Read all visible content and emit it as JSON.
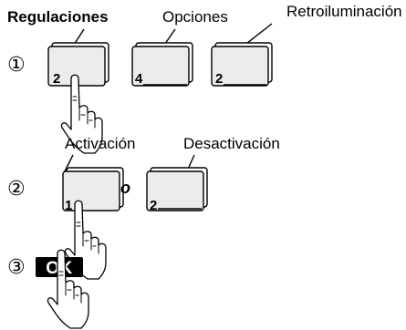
{
  "header_labels": {
    "regulaciones": "Regulaciones",
    "opciones": "Opciones",
    "retroiluminacion": "Retroiluminación"
  },
  "step_1": {
    "marker": "①",
    "keys": [
      {
        "number": "2"
      },
      {
        "number": "4"
      },
      {
        "number": "2"
      }
    ]
  },
  "step_2": {
    "marker": "②",
    "label_activacion": "Activación",
    "label_desactivacion": "Desactivación",
    "connector": "o",
    "keys": [
      {
        "number": "1"
      },
      {
        "number": "2"
      }
    ]
  },
  "step_3": {
    "marker": "③",
    "ok_label": "OK"
  },
  "icons": {
    "pressing_hand": "pressing-hand-icon"
  }
}
